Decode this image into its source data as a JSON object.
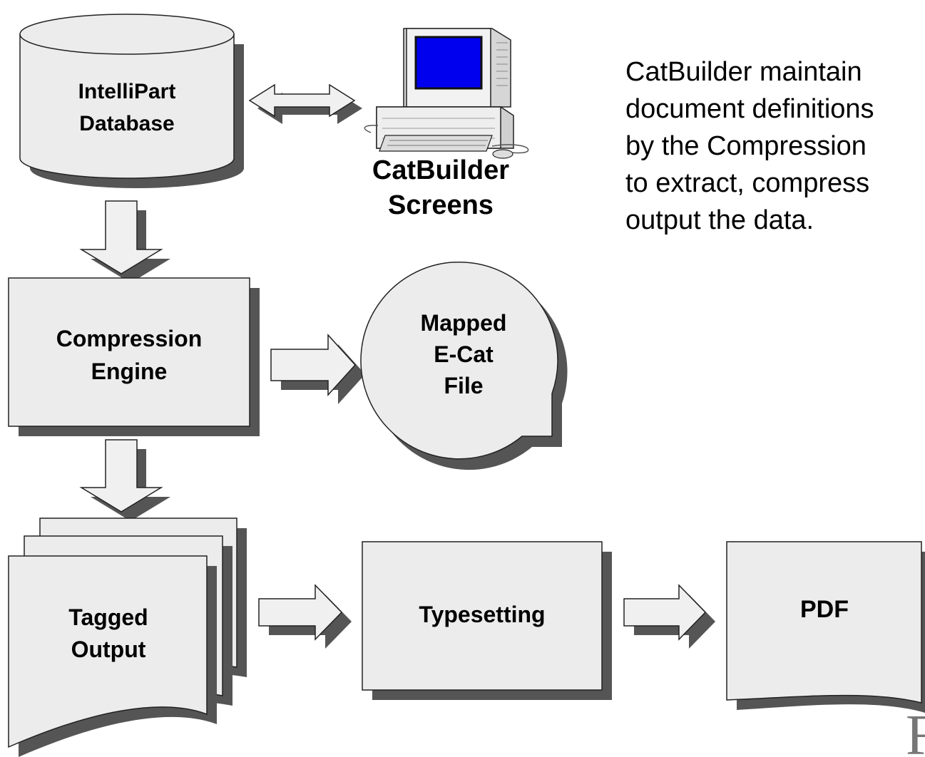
{
  "nodes": {
    "database": {
      "line1": "IntelliPart",
      "line2": "Database"
    },
    "screens": {
      "line1": "CatBuilder",
      "line2": "Screens"
    },
    "engine": {
      "line1": "Compression",
      "line2": "Engine"
    },
    "mapped": {
      "line1": "Mapped",
      "line2": "E-Cat",
      "line3": "File"
    },
    "tagged": {
      "line1": "Tagged",
      "line2": "Output"
    },
    "typesetting": {
      "label": "Typesetting"
    },
    "pdf": {
      "label": "PDF"
    }
  },
  "description": {
    "line1": "CatBuilder maintain",
    "line2": "document definitions",
    "line3": "by the Compression",
    "line4": "to extract, compress",
    "line5": "output the data."
  },
  "footer_glyph": "F",
  "colors": {
    "node_fill": "#ececec",
    "shadow": "#555555",
    "monitor_screen": "#0000ee"
  },
  "icons": [
    "computer-icon"
  ]
}
